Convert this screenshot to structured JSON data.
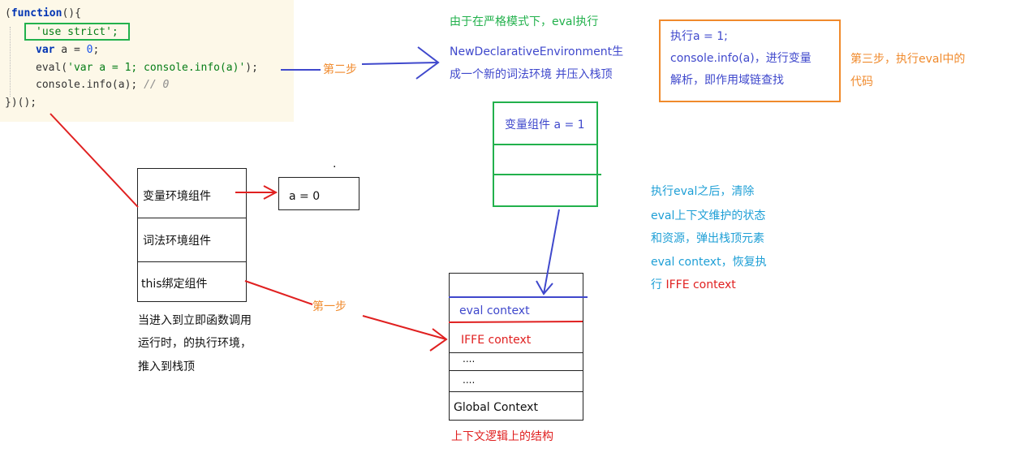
{
  "code": {
    "line1_kw": "function",
    "line2_str": "'use strict';",
    "line3_kw": "var",
    "line3_rest": " a = ",
    "line3_num": "0",
    "line3_end": ";",
    "line4_fn": "eval(",
    "line4_str": "'var a = 1; console.info(a)'",
    "line4_end": ");",
    "line5_fn": "console.info(a); ",
    "line5_cmt": "// 0",
    "line6": "})();"
  },
  "step2": {
    "label": "第二步",
    "title": "由于在严格模式下，eval执行",
    "desc_line1": "NewDeclarativeEnvironment生",
    "desc_line2": "成一个新的词法环境  并压入栈顶"
  },
  "step3": {
    "box_line1": "执行a = 1;",
    "box_line2": "console.info(a)，进行变量",
    "box_line3": "解析，即作用域链查找",
    "label_line1": "第三步，执行eval中的",
    "label_line2": "代码"
  },
  "eval_env": {
    "row1": "变量组件 a = 1",
    "row2": "",
    "row3": ""
  },
  "after_eval": {
    "line1": "执行eval之后，清除",
    "line2": "eval上下文维护的状态",
    "line3": "和资源，弹出栈顶元素",
    "line4": "eval context，恢复执",
    "line5_prefix": "行 ",
    "line5_red": "IFFE context"
  },
  "iffe_env": {
    "row1": "变量环境组件",
    "row2": "词法环境组件",
    "row3": "this绑定组件",
    "var_value": "a = 0",
    "note_line1": "当进入到立即函数调用",
    "note_line2": "运行时，的执行环境，",
    "note_line3": "推入到栈顶"
  },
  "step1": {
    "label": "第一步"
  },
  "stack": {
    "items": [
      "eval context",
      "IFFE context",
      "....",
      "....",
      "Global Context"
    ],
    "caption": "上下文逻辑上的结构"
  },
  "dot": "."
}
